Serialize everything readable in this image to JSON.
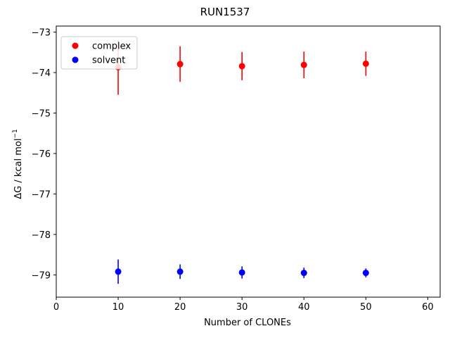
{
  "chart_data": {
    "type": "scatter",
    "title": "RUN1537",
    "xlabel": "Number of CLONEs",
    "ylabel_main": "ΔG / kcal mol",
    "ylabel_sup": "−1",
    "xlim": [
      0,
      62
    ],
    "ylim": [
      -79.55,
      -72.85
    ],
    "xticks": [
      0,
      10,
      20,
      30,
      40,
      50,
      60
    ],
    "yticks": [
      -73,
      -74,
      -75,
      -76,
      -77,
      -78,
      -79
    ],
    "xtick_labels": [
      "0",
      "10",
      "20",
      "30",
      "40",
      "50",
      "60"
    ],
    "ytick_labels": [
      "−73",
      "−74",
      "−75",
      "−76",
      "−77",
      "−78",
      "−79"
    ],
    "grid": false,
    "legend": "top-left",
    "series": [
      {
        "name": "complex",
        "color": "#ff0000",
        "x": [
          10,
          20,
          30,
          40,
          50
        ],
        "y": [
          -73.87,
          -73.79,
          -73.84,
          -73.81,
          -73.78
        ],
        "yerr": [
          0.68,
          0.44,
          0.35,
          0.33,
          0.3
        ]
      },
      {
        "name": "solvent",
        "color": "#0000ff",
        "x": [
          10,
          20,
          30,
          40,
          50
        ],
        "y": [
          -78.92,
          -78.92,
          -78.94,
          -78.95,
          -78.95
        ],
        "yerr": [
          0.3,
          0.18,
          0.15,
          0.13,
          0.11
        ]
      }
    ]
  }
}
